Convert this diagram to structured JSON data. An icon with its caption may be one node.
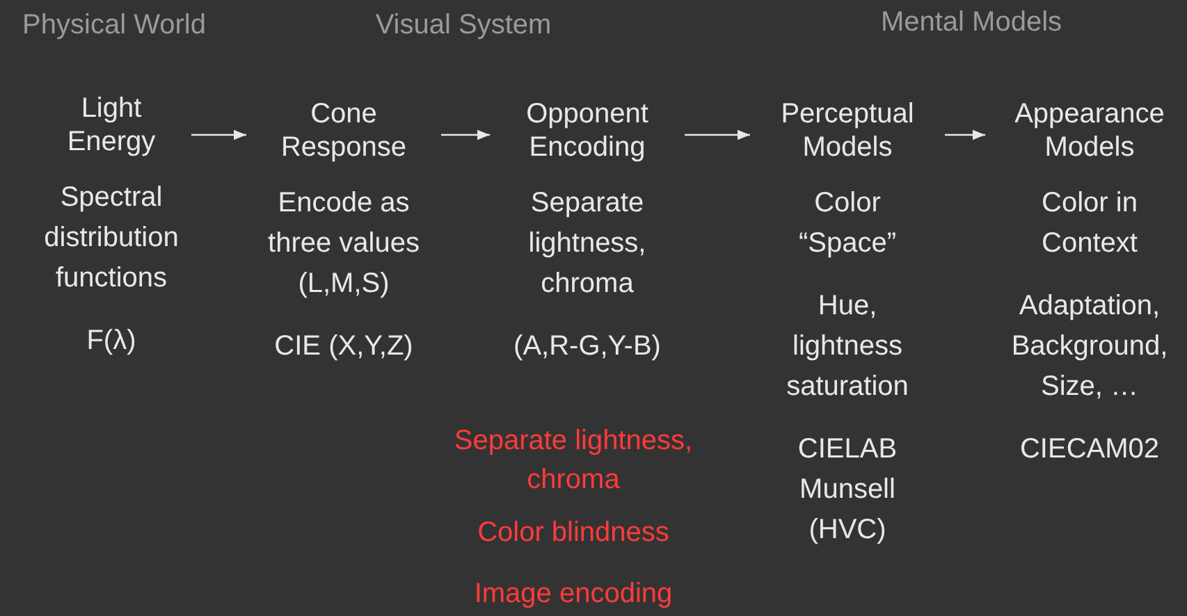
{
  "diagram": {
    "nodes": [
      {
        "text": [
          "Light Energy"
        ],
        "beside": [
          "Spectral distribution functions",
          "F(λ)"
        ]
      },
      {
        "text": [
          "Cone Response"
        ],
        "beside": [
          "Encode as three values (L,M,S)",
          "CIE (X,Y,Z)"
        ]
      },
      {
        "text": [
          "Opponent Encoding"
        ],
        "beside": [
          "Separate lightness, chroma",
          "(A,R-G,Y-B)"
        ]
      },
      {
        "text": [
          "Perceptual Models"
        ],
        "beside": [
          "Color “Space”",
          "Hue, lightness saturation",
          "CIELAB Munsell (HVC)"
        ]
      },
      {
        "text": [
          "Appearance Models"
        ],
        "beside": [
          "Color in Context",
          "Adaptation, Background, Size, …",
          "CIECAM02"
        ]
      }
    ],
    "edges": [
      {
        "from": 0,
        "to": 1,
        "arrow": "to"
      },
      {
        "from": 1,
        "to": 2,
        "arrow": "to"
      },
      {
        "from": 2,
        "to": 3,
        "arrow": "to"
      },
      {
        "from": 3,
        "to": 4,
        "arrow": "to"
      }
    ],
    "labels": [
      "Physical World",
      "Visual System",
      "Mental Models",
      "Separate lightness, chroma",
      "Color blindness",
      "Image encoding"
    ]
  }
}
